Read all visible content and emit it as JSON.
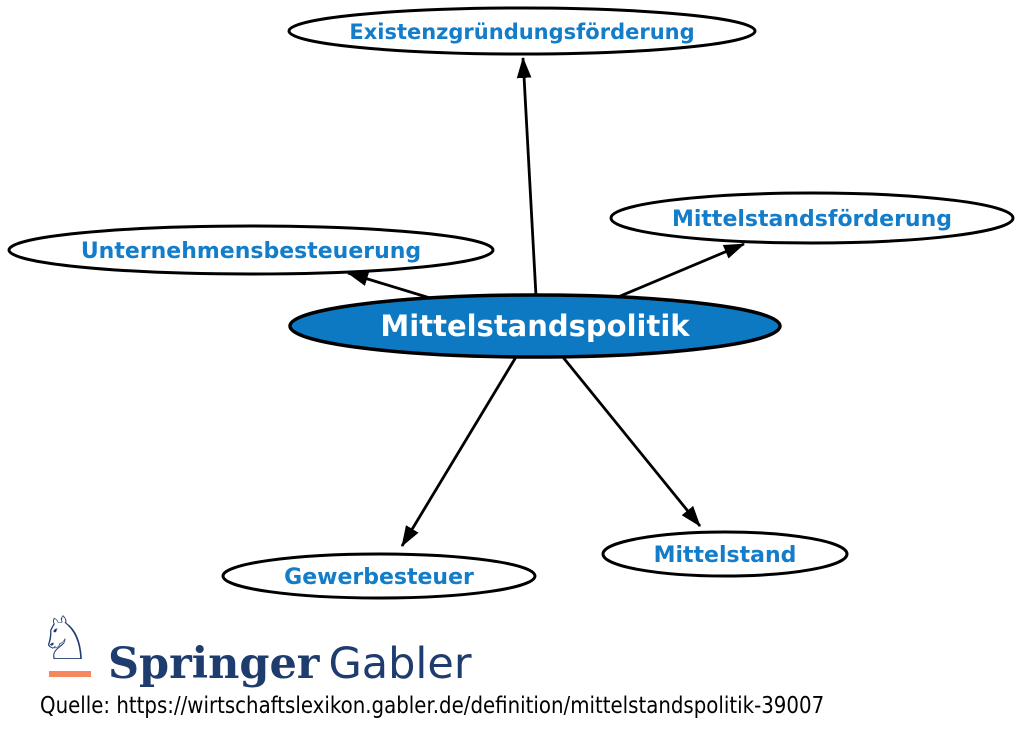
{
  "diagram": {
    "center_node": {
      "label": "Mittelstandspolitik",
      "fill_color": "#0d79c3",
      "text_color": "#ffffff"
    },
    "nodes": [
      {
        "id": "existenzgruendungsfoerderung",
        "label": "Existenzgründungsförderung"
      },
      {
        "id": "unternehmensbesteuerung",
        "label": "Unternehmensbesteuerung"
      },
      {
        "id": "mittelstandsfoerderung",
        "label": "Mittelstandsförderung"
      },
      {
        "id": "gewerbesteuer",
        "label": "Gewerbesteuer"
      },
      {
        "id": "mittelstand",
        "label": "Mittelstand"
      }
    ],
    "label_color": "#137dc9",
    "edge_color": "#000000",
    "node_border_color": "#000000",
    "node_fill_color": "#ffffff"
  },
  "footer": {
    "logo": {
      "brand": "Springer",
      "sub_brand": "Gabler",
      "icon": "springer-horse-icon",
      "icon_glyph": "♘",
      "navy_color": "#1e3c6e",
      "orange_color": "#f6865c"
    },
    "source_line": "Quelle: https://wirtschaftslexikon.gabler.de/definition/mittelstandspolitik-39007"
  }
}
